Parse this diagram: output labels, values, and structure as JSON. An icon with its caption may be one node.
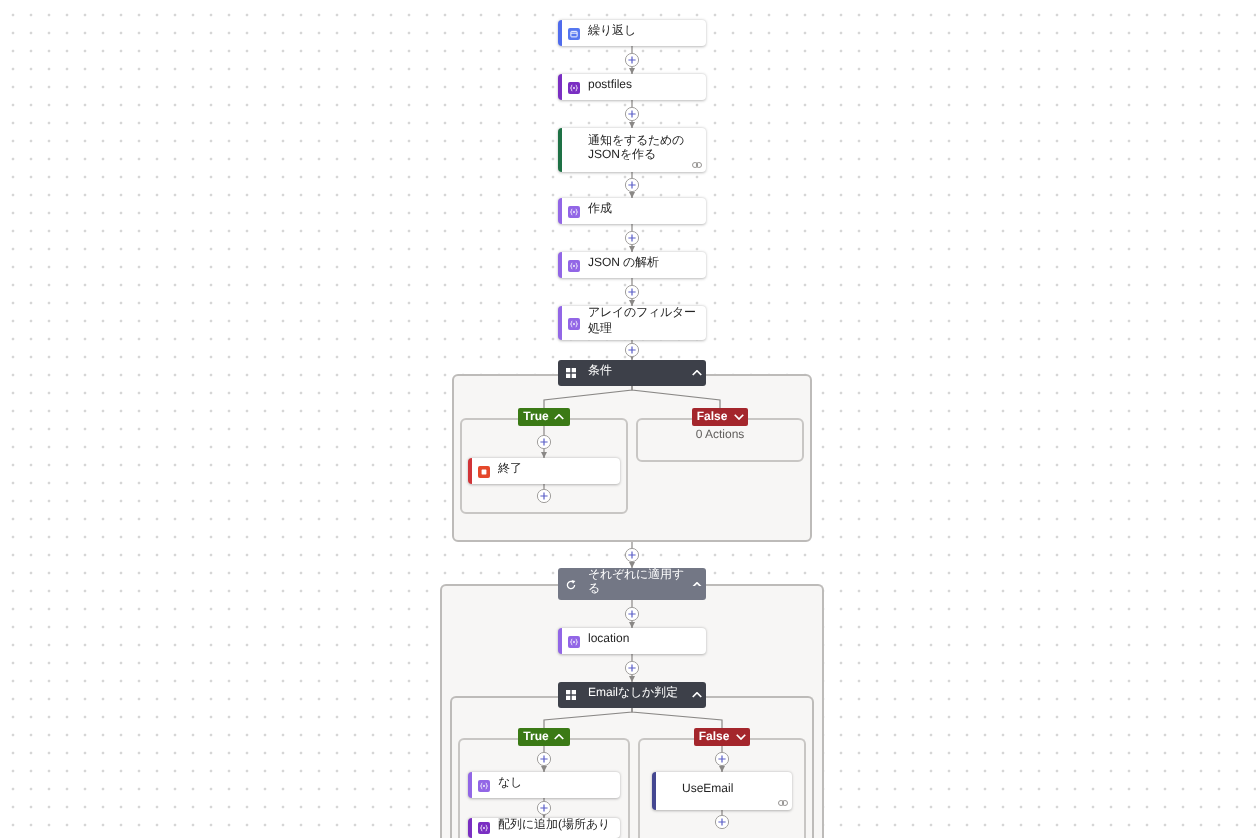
{
  "diagram": {
    "nodes": [
      {
        "text": [
          "繰り返し"
        ]
      },
      {
        "text": [
          "postfiles"
        ]
      },
      {
        "text": [
          "通知をするためのJSONを作る"
        ]
      },
      {
        "text": [
          "作成"
        ]
      },
      {
        "text": [
          "JSON の解析"
        ]
      },
      {
        "text": [
          "アレイのフィルター処理"
        ]
      },
      {
        "text": [
          "条件"
        ]
      },
      {
        "text": [],
        "shape": "box"
      },
      {
        "text": [
          "True"
        ],
        "in": 7
      },
      {
        "text": [],
        "shape": "box",
        "in": 7
      },
      {
        "text": [
          "終了"
        ],
        "in": 9
      },
      {
        "text": [
          "False"
        ],
        "in": 7
      },
      {
        "text": [
          "0 Actions"
        ],
        "in": 7
      },
      {
        "text": [
          "それぞれに適用する"
        ]
      },
      {
        "text": [],
        "shape": "box"
      },
      {
        "text": [
          "location"
        ],
        "in": 14
      },
      {
        "text": [
          "Emailなしか判定"
        ],
        "in": 14
      },
      {
        "text": [],
        "shape": "box",
        "in": 14
      },
      {
        "text": [
          "True"
        ],
        "in": 17
      },
      {
        "text": [],
        "shape": "box",
        "in": 17
      },
      {
        "text": [
          "なし"
        ],
        "in": 19
      },
      {
        "text": [
          "配列に追加(場所あり"
        ],
        "in": 19
      },
      {
        "text": [
          "False"
        ],
        "in": 17
      },
      {
        "text": [],
        "shape": "box",
        "in": 17
      },
      {
        "text": [
          "UseEmail"
        ],
        "in": 23
      }
    ],
    "edges": [
      {
        "from": 0,
        "to": 1,
        "arrow": "to"
      },
      {
        "from": 1,
        "to": 2,
        "arrow": "to"
      },
      {
        "from": 2,
        "to": 3,
        "arrow": "to"
      },
      {
        "from": 3,
        "to": 4,
        "arrow": "to"
      },
      {
        "from": 4,
        "to": 5,
        "arrow": "to"
      },
      {
        "from": 5,
        "to": 6,
        "arrow": "to"
      },
      {
        "from": 6,
        "to": 8,
        "arrow": "none"
      },
      {
        "from": 6,
        "to": 11,
        "arrow": "none"
      },
      {
        "from": 8,
        "to": 10,
        "arrow": "to"
      },
      {
        "from": 10,
        "to": null,
        "arrow": "none"
      },
      {
        "from": 7,
        "to": 13,
        "arrow": "to"
      },
      {
        "from": 13,
        "to": 15,
        "arrow": "to"
      },
      {
        "from": 15,
        "to": 16,
        "arrow": "to"
      },
      {
        "from": 16,
        "to": 18,
        "arrow": "none"
      },
      {
        "from": 16,
        "to": 22,
        "arrow": "none"
      },
      {
        "from": 18,
        "to": 20,
        "arrow": "to"
      },
      {
        "from": 20,
        "to": 21,
        "arrow": "to"
      },
      {
        "from": 22,
        "to": 24,
        "arrow": "to"
      },
      {
        "from": 24,
        "to": null,
        "arrow": "none"
      }
    ]
  }
}
